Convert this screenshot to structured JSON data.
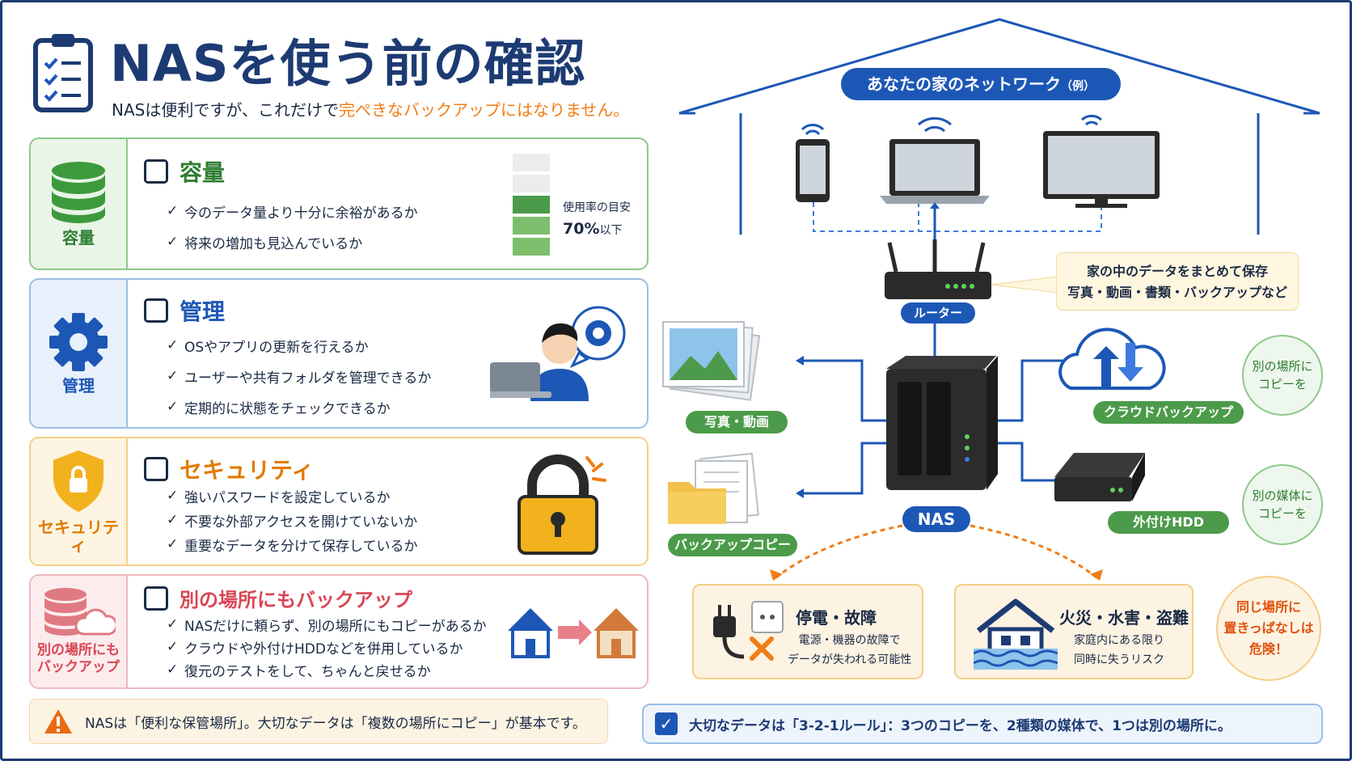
{
  "header": {
    "title": "NASを使う前の確認",
    "subtitle_plain": "NASは便利ですが、これだけで",
    "subtitle_highlight": "完ぺきなバックアップにはなりません。"
  },
  "cards": {
    "capacity": {
      "side_label": "容量",
      "heading": "容量",
      "items": [
        "今のデータ量より十分に余裕があるか",
        "将来の増加も見込んでいるか"
      ],
      "usage_label": "使用率の目安",
      "usage_value": "70%",
      "usage_suffix": "以下",
      "usage_fraction": 0.7
    },
    "management": {
      "side_label": "管理",
      "heading": "管理",
      "items": [
        "OSやアプリの更新を行えるか",
        "ユーザーや共有フォルダを管理できるか",
        "定期的に状態をチェックできるか"
      ]
    },
    "security": {
      "side_label": "セキュリティ",
      "heading": "セキュリティ",
      "items": [
        "強いパスワードを設定しているか",
        "不要な外部アクセスを開けていないか",
        "重要なデータを分けて保存しているか"
      ]
    },
    "offsite": {
      "side_label_1": "別の場所にも",
      "side_label_2": "バックアップ",
      "heading": "別の場所にもバックアップ",
      "items": [
        "NASだけに頼らず、別の場所にもコピーがあるか",
        "クラウドや外付けHDDなどを併用しているか",
        "復元のテストをして、ちゃんと戻せるか"
      ]
    }
  },
  "notes": {
    "left": "NASは「便利な保管場所」。大切なデータは「複数の場所にコピー」が基本です。",
    "right": "大切なデータは「3-2-1ルール」：3つのコピーを、2種類の媒体で、1つは別の場所に。"
  },
  "network": {
    "title": "あなたの家のネットワーク",
    "title_suffix": "（例）",
    "router_label": "ルーター",
    "callout_1": "家の中のデータをまとめて保存",
    "callout_2": "写真・動画・書類・バックアップなど",
    "nas_label": "NAS",
    "photos_label": "写真・動画",
    "backup_copy_label": "バックアップコピー",
    "cloud_label": "クラウドバックアップ",
    "hdd_label": "外付けHDD",
    "cloud_note_1": "別の場所に",
    "cloud_note_2": "コピーを",
    "hdd_note_1": "別の媒体に",
    "hdd_note_2": "コピーを"
  },
  "risks": {
    "power": {
      "title": "停電・故障",
      "desc_1": "電源・機器の故障で",
      "desc_2": "データが失われる可能性"
    },
    "disaster": {
      "title": "火災・水害・盗難",
      "desc_1": "家庭内にある限り",
      "desc_2": "同時に失うリスク"
    },
    "warning_1": "同じ場所に",
    "warning_2": "置きっぱなしは",
    "warning_3": "危険！"
  },
  "colors": {
    "navy": "#1d3b73",
    "blue": "#1d57b6",
    "green": "#2e7d32",
    "orange": "#e07b00",
    "red": "#d94654",
    "accent": "#f07d15"
  }
}
